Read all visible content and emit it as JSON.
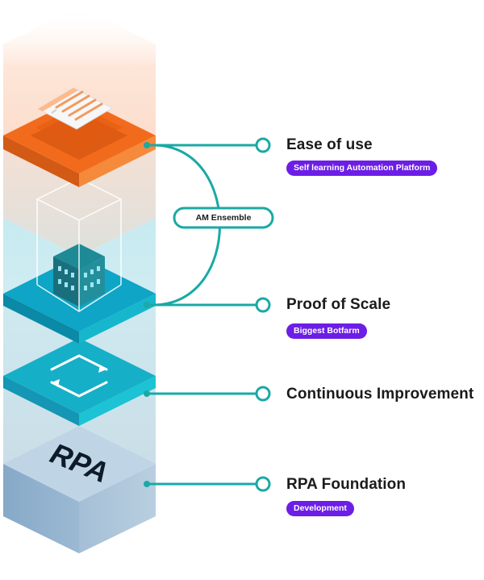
{
  "layers": [
    {
      "title": "Ease of use",
      "badge": "Self learning Automation Platform",
      "icon": "app-window-icon",
      "color": "#f26b1d"
    },
    {
      "title": "Proof of Scale",
      "badge": "Biggest Botfarm",
      "icon": "building-icon",
      "color": "#0ea5c6"
    },
    {
      "title": "Continuous Improvement",
      "badge": "",
      "icon": "cycle-arrows-icon",
      "color": "#14b3c8"
    },
    {
      "title": "RPA Foundation",
      "badge": "Development",
      "icon": "rpa-text-icon",
      "color": "#7ea6c4"
    }
  ],
  "ensemble_label": "AM Ensemble",
  "rpa_block_text": "RPA",
  "colors": {
    "connector": "#1aa9a5",
    "badge": "#6c1ee6"
  }
}
